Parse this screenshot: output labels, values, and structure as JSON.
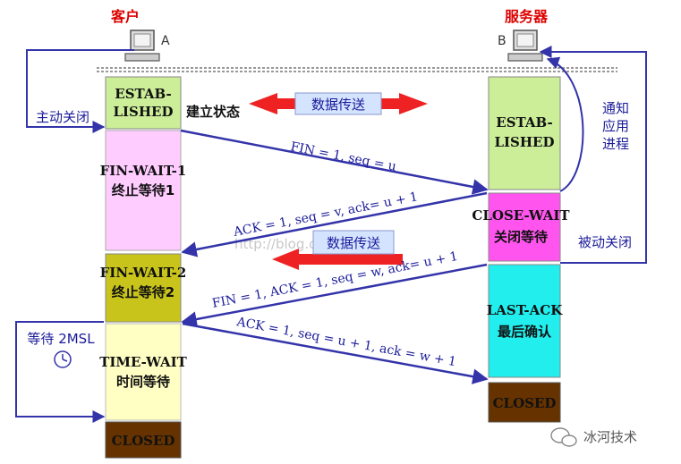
{
  "client": {
    "title": "客户",
    "label": "A"
  },
  "server": {
    "title": "服务器",
    "label": "B"
  },
  "client_states": {
    "established": [
      "ESTAB-",
      "LISHED"
    ],
    "established_cn": "建立状态",
    "fin_wait_1": [
      "FIN-WAIT-1",
      "终止等待1"
    ],
    "fin_wait_2": [
      "FIN-WAIT-2",
      "终止等待2"
    ],
    "time_wait": [
      "TIME-WAIT",
      "时间等待"
    ],
    "closed": "CLOSED"
  },
  "server_states": {
    "established": [
      "ESTAB-",
      "LISHED"
    ],
    "close_wait": [
      "CLOSE-WAIT",
      "关闭等待"
    ],
    "last_ack": [
      "LAST-ACK",
      "最后确认"
    ],
    "closed": "CLOSED"
  },
  "labels": {
    "active_close": "主动关闭",
    "notify_app": [
      "通知",
      "应用",
      "进程"
    ],
    "passive_close": "被动关闭",
    "wait_2msl": "等待 2MSL",
    "data_transfer_1": "数据传送",
    "data_transfer_2": "数据传送"
  },
  "messages": {
    "m1": "FIN = 1, seq = u",
    "m2": "ACK = 1, seq = v, ack= u + 1",
    "m3": "FIN = 1, ACK = 1, seq = w, ack= u + 1",
    "m4": "ACK = 1, seq = u + 1, ack = w + 1"
  },
  "watermark": "http://blog.csdn.net/",
  "brand": "冰河技术",
  "colors": {
    "established": "#ccee99",
    "fin_wait_1": "#ffccff",
    "fin_wait_2": "#c8c41c",
    "time_wait": "#ffffc4",
    "closed": "#663300",
    "close_wait": "#ff55ee",
    "last_ack": "#22eeee",
    "arrow_blue": "#3333aa",
    "arrow_red": "#ee2222",
    "title_red": "#dd0000",
    "label_blue": "#1a1a99"
  }
}
